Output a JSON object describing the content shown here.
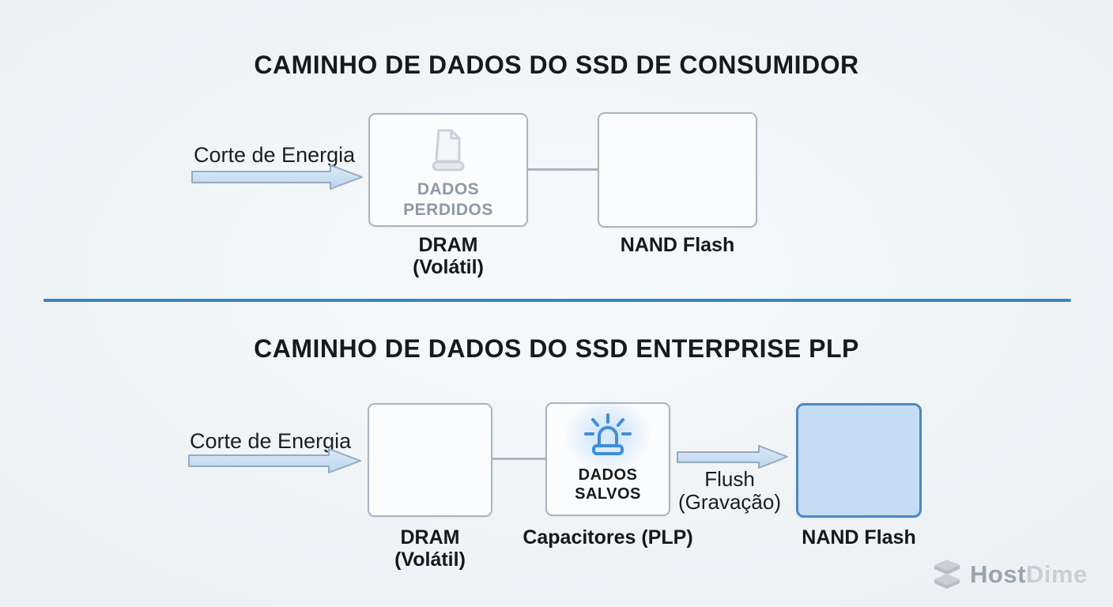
{
  "colors": {
    "background": "#eff3f6",
    "divider_blue": "#3d86bb",
    "arrow_fill": "#cbdff3",
    "arrow_stroke": "#94aabf",
    "box_border": "#a9b5c1",
    "box_fill": "#fafcfd",
    "muted_status_text": "#8e99a5",
    "dark_text": "#17191c",
    "nand_saved_fill": "#c5dcf4",
    "nand_saved_border": "#4c89c1",
    "siren_blue": "#3f8ed8",
    "watermark_gray": "#9aa4ae",
    "watermark_light_gray": "#c9ced5"
  },
  "consumer": {
    "title": "CAMINHO DE DADOS DO SSD DE CONSUMIDOR",
    "power_cut_label": "Corte de Energia",
    "dram_box": {
      "icon": "lost-document-icon",
      "status_line1": "DADOS",
      "status_line2": "PERDIDOS",
      "caption_line1": "DRAM",
      "caption_line2": "(Volátil)"
    },
    "nand_box": {
      "caption": "NAND Flash"
    }
  },
  "enterprise": {
    "title": "CAMINHO DE DADOS DO SSD ENTERPRISE PLP",
    "power_cut_label": "Corte de Energia",
    "dram_box": {
      "caption_line1": "DRAM",
      "caption_line2": "(Volátil)"
    },
    "capacitor_box": {
      "icon": "siren-icon",
      "status_line1": "DADOS",
      "status_line2": "SALVOS",
      "caption": "Capacitores (PLP)"
    },
    "flush_arrow": {
      "label_line1": "Flush",
      "label_line2": "(Gravação)"
    },
    "nand_box": {
      "caption": "NAND Flash"
    }
  },
  "watermark": {
    "brand_bold": "Host",
    "brand_light": "Dime"
  }
}
